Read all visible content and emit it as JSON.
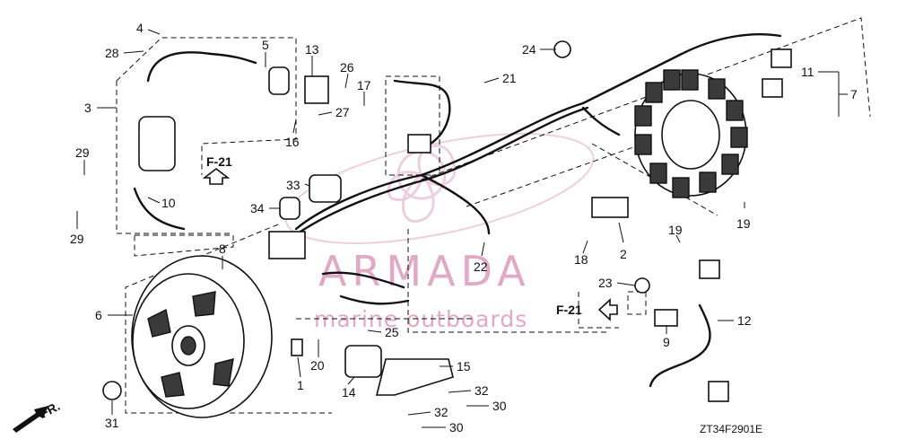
{
  "diagram": {
    "code": "ZT34F2901E",
    "front_mark": "FR.",
    "callouts": [
      {
        "id": "4",
        "text": "4"
      },
      {
        "id": "28",
        "text": "28"
      },
      {
        "id": "5",
        "text": "5"
      },
      {
        "id": "3",
        "text": "3"
      },
      {
        "id": "13",
        "text": "13"
      },
      {
        "id": "26",
        "text": "26"
      },
      {
        "id": "17",
        "text": "17"
      },
      {
        "id": "21a",
        "text": "21"
      },
      {
        "id": "24",
        "text": "24"
      },
      {
        "id": "11",
        "text": "11"
      },
      {
        "id": "7",
        "text": "7"
      },
      {
        "id": "27",
        "text": "27"
      },
      {
        "id": "16",
        "text": "16"
      },
      {
        "id": "29a",
        "text": "29"
      },
      {
        "id": "10",
        "text": "10"
      },
      {
        "id": "29b",
        "text": "29"
      },
      {
        "id": "33",
        "text": "33"
      },
      {
        "id": "34",
        "text": "34"
      },
      {
        "id": "8",
        "text": "8"
      },
      {
        "id": "6",
        "text": "6"
      },
      {
        "id": "22",
        "text": "22"
      },
      {
        "id": "18",
        "text": "18"
      },
      {
        "id": "2",
        "text": "2"
      },
      {
        "id": "19a",
        "text": "19"
      },
      {
        "id": "19b",
        "text": "19"
      },
      {
        "id": "23",
        "text": "23"
      },
      {
        "id": "9",
        "text": "9"
      },
      {
        "id": "12",
        "text": "12"
      },
      {
        "id": "25",
        "text": "25"
      },
      {
        "id": "20",
        "text": "20"
      },
      {
        "id": "1",
        "text": "1"
      },
      {
        "id": "15",
        "text": "15"
      },
      {
        "id": "14",
        "text": "14"
      },
      {
        "id": "32a",
        "text": "32"
      },
      {
        "id": "30a",
        "text": "30"
      },
      {
        "id": "32b",
        "text": "32"
      },
      {
        "id": "30b",
        "text": "30"
      },
      {
        "id": "31",
        "text": "31"
      }
    ],
    "refs": [
      {
        "id": "f21a",
        "text": "F-21"
      },
      {
        "id": "f21b",
        "text": "F-21"
      }
    ]
  },
  "watermark": {
    "brand": "ARMADA",
    "tagline": "marine outboards"
  }
}
